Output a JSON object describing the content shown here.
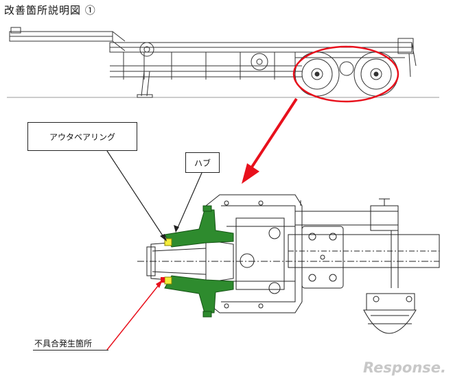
{
  "title": "改善箇所説明図 ①",
  "labels": {
    "outer_bearing": "アウタベアリング",
    "hub": "ハブ",
    "defect_location": "不具合発生箇所"
  },
  "watermark": "Response.",
  "colors": {
    "highlight_red": "#e8101c",
    "hub_green": "#2e8b2e",
    "bearing_yellow": "#f4ec3a",
    "line": "#222222"
  }
}
